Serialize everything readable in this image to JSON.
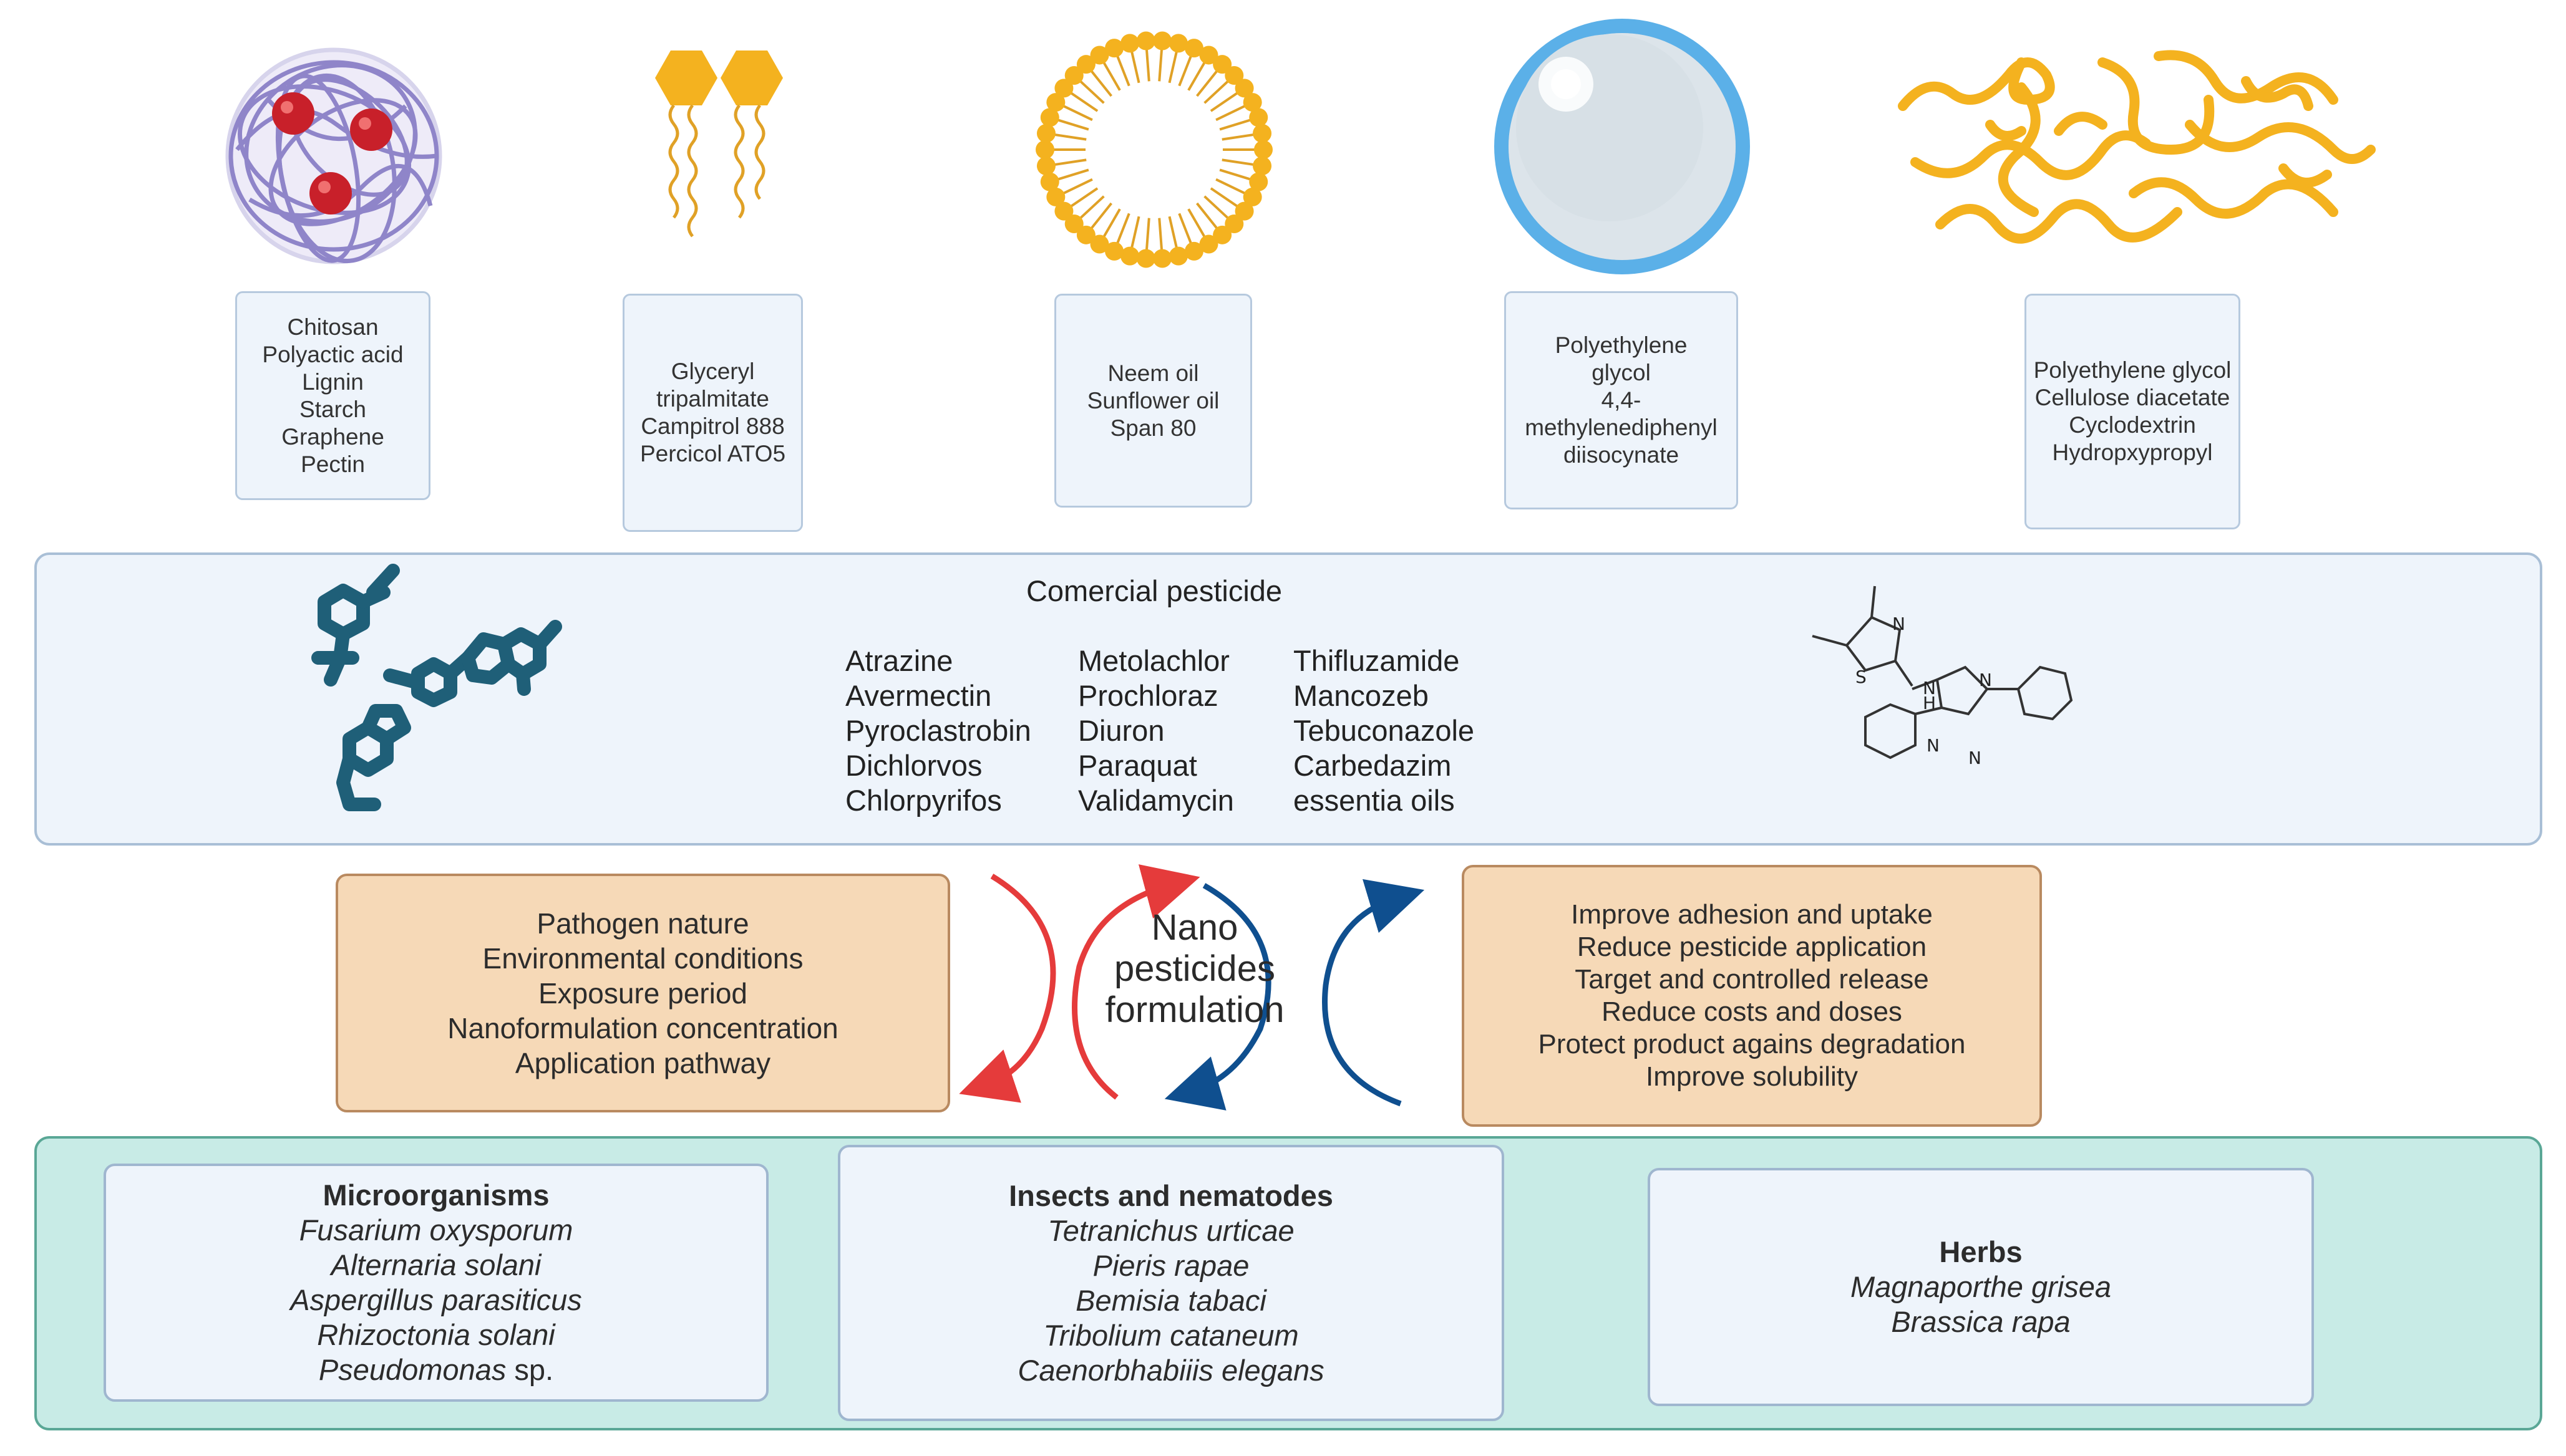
{
  "carriers": [
    {
      "icon": "polymer-nanoparticle-icon",
      "lines": [
        "Chitosan",
        "Polyactic acid",
        "Lignin",
        "Starch",
        "Graphene",
        "Pectin"
      ]
    },
    {
      "icon": "lipid-nanoparticle-icon",
      "lines": [
        "Glyceryl",
        "tripalmitate",
        "Campitrol 888",
        "Percicol ATO5"
      ]
    },
    {
      "icon": "micelle-icon",
      "lines": [
        "Neem oil",
        "Sunflower oil",
        "Span 80"
      ]
    },
    {
      "icon": "nanocapsule-icon",
      "lines": [
        "Polyethylene",
        "glycol",
        "4,4-",
        "methylenediphenyl",
        "diisocynate"
      ]
    },
    {
      "icon": "polymer-network-icon",
      "lines": [
        "Polyethylene glycol",
        "Cellulose diacetate",
        "Cyclodextrin",
        "Hydropxypropyl"
      ]
    }
  ],
  "pesticides": {
    "title": "Comercial pesticide",
    "columns": [
      [
        "Atrazine",
        "Avermectin",
        "Pyroclastrobin",
        "Dichlorvos",
        "Chlorpyrifos"
      ],
      [
        "Metolachlor",
        "Prochloraz",
        "Diuron",
        "Paraquat",
        "Validamycin"
      ],
      [
        "Thifluzamide",
        "Mancozeb",
        "Tebuconazole",
        "Carbedazim",
        "essentia oils"
      ]
    ],
    "molecule_labels": {
      "n1": "N",
      "s": "S",
      "h": "H",
      "n2": "N",
      "n3": "N",
      "n4": "N",
      "n5": "N"
    }
  },
  "factors": {
    "lines": [
      "Pathogen nature",
      "Environmental conditions",
      "Exposure period",
      "Nanoformulation concentration",
      "Application pathway"
    ]
  },
  "center": {
    "lines": [
      "Nano",
      "pesticides",
      "formulation"
    ]
  },
  "benefits": {
    "lines": [
      "Improve adhesion and uptake",
      "Reduce pesticide application",
      "Target and controlled release",
      "Reduce costs and doses",
      "Protect product agains degradation",
      "Improve solubility"
    ]
  },
  "targets": [
    {
      "title": "Microorganisms",
      "species": [
        "Fusarium oxysporum",
        "Alternaria solani",
        "Aspergillus parasiticus",
        "Rhizoctonia solani",
        "Pseudomonas"
      ],
      "last_suffix": " sp."
    },
    {
      "title": "Insects and nematodes",
      "species": [
        "Tetranichus urticae",
        "Pieris rapae",
        "Bemisia tabaci",
        "Tribolium cataneum",
        "Caenorbhabiiis elegans"
      ],
      "last_suffix": ""
    },
    {
      "title": "Herbs",
      "species": [
        "Magnaporthe grisea",
        "Brassica rapa"
      ],
      "last_suffix": ""
    }
  ],
  "colors": {
    "pesticide_molecule": "#1f5f78",
    "arrow_red": "#e53b3b",
    "arrow_blue": "#0f4f8f",
    "lipid_gold": "#f4b21f",
    "capsule_blue": "#5bb0e8"
  }
}
